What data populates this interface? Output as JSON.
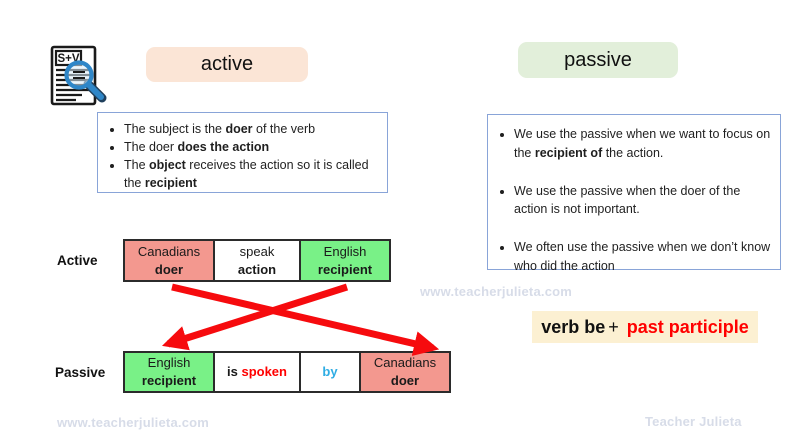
{
  "icon": {
    "label": "S+V"
  },
  "headers": {
    "active": "active",
    "passive": "passive"
  },
  "active_notes": {
    "bullets": [
      [
        {
          "t": "The subject is the "
        },
        {
          "t": "doer",
          "b": true
        },
        {
          "t": " of the verb"
        }
      ],
      [
        {
          "t": "The doer "
        },
        {
          "t": "does the action",
          "b": true
        }
      ],
      [
        {
          "t": "The "
        },
        {
          "t": "object",
          "b": true
        },
        {
          "t": " receives the action so it is called the "
        },
        {
          "t": "recipient",
          "b": true
        }
      ]
    ]
  },
  "passive_notes": {
    "bullets": [
      [
        {
          "t": "We use the passive when we want to focus on the "
        },
        {
          "t": "recipient of",
          "b": true
        },
        {
          "t": " the action."
        }
      ],
      [
        {
          "t": "We use the passive when the doer of the action is not important."
        }
      ],
      [
        {
          "t": "We often use the passive when we don’t know who did the action"
        }
      ]
    ]
  },
  "table": {
    "active_label": "Active",
    "passive_label": "Passive",
    "active_row": [
      {
        "name": "cell-canadians-doer",
        "bg": "#f3988f",
        "lines": [
          [
            {
              "t": "Canadians"
            }
          ],
          [
            {
              "t": "doer",
              "b": true
            }
          ]
        ]
      },
      {
        "name": "cell-speak-action",
        "bg": "#ffffff",
        "lines": [
          [
            {
              "t": "speak"
            }
          ],
          [
            {
              "t": "action",
              "b": true
            }
          ]
        ]
      },
      {
        "name": "cell-english-recipient",
        "bg": "#79f187",
        "lines": [
          [
            {
              "t": "English"
            }
          ],
          [
            {
              "t": "recipient",
              "b": true
            }
          ]
        ]
      }
    ],
    "passive_row": [
      {
        "name": "cell-english-recipient",
        "bg": "#79f187",
        "lines": [
          [
            {
              "t": "English"
            }
          ],
          [
            {
              "t": "recipient",
              "b": true
            }
          ]
        ]
      },
      {
        "name": "cell-is-spoken",
        "bg": "#ffffff",
        "lines": [
          [
            {
              "t": "is ",
              "b": true
            },
            {
              "t": "spoken",
              "b": true,
              "c": "#ff0000"
            }
          ]
        ]
      },
      {
        "name": "cell-by",
        "bg": "#ffffff",
        "lines": [
          [
            {
              "t": "by",
              "b": true,
              "c": "#2fade4"
            }
          ]
        ]
      },
      {
        "name": "cell-canadians-doer",
        "bg": "#f3988f",
        "lines": [
          [
            {
              "t": "Canadians"
            }
          ],
          [
            {
              "t": "doer",
              "b": true
            }
          ]
        ]
      }
    ]
  },
  "formula": {
    "verb_be": "verb be",
    "plus": "+",
    "past_participle": "past participle"
  },
  "watermarks": {
    "center": "www.teacherjulieta.com",
    "bottom_left": "www.teacherjulieta.com",
    "bottom_right": "Teacher Julieta"
  },
  "colors": {
    "header_active_bg": "#fbe5d6",
    "header_passive_bg": "#e2efda",
    "doer_cell_bg": "#f3988f",
    "recipient_cell_bg": "#79f187",
    "notes_border": "#89a4d8",
    "arrow_red": "#f60b0e",
    "accent_red_text": "#ff0000",
    "by_blue": "#2fade4",
    "formula_bg": "#fcf0d2",
    "watermark": "#d7dce8"
  }
}
